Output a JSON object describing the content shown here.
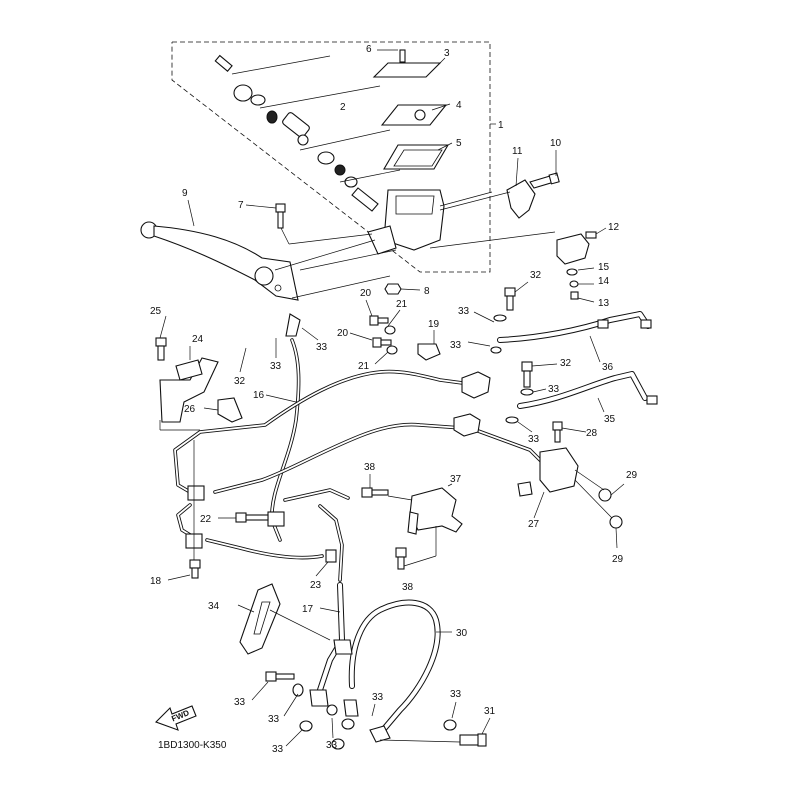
{
  "diagram": {
    "code": "1BD1300-K350",
    "fwd_label": "FWD",
    "callouts": [
      "1",
      "2",
      "3",
      "4",
      "5",
      "6",
      "7",
      "8",
      "9",
      "10",
      "11",
      "12",
      "13",
      "14",
      "15",
      "16",
      "17",
      "18",
      "19",
      "20",
      "20",
      "21",
      "21",
      "22",
      "23",
      "24",
      "25",
      "26",
      "27",
      "28",
      "29",
      "29",
      "30",
      "31",
      "32",
      "32",
      "32",
      "33",
      "33",
      "33",
      "33",
      "33",
      "33",
      "33",
      "33",
      "33",
      "33",
      "33",
      "33",
      "34",
      "35",
      "36",
      "37",
      "38",
      "38"
    ]
  },
  "colors": {
    "ink": "#111111",
    "paper": "#ffffff"
  }
}
